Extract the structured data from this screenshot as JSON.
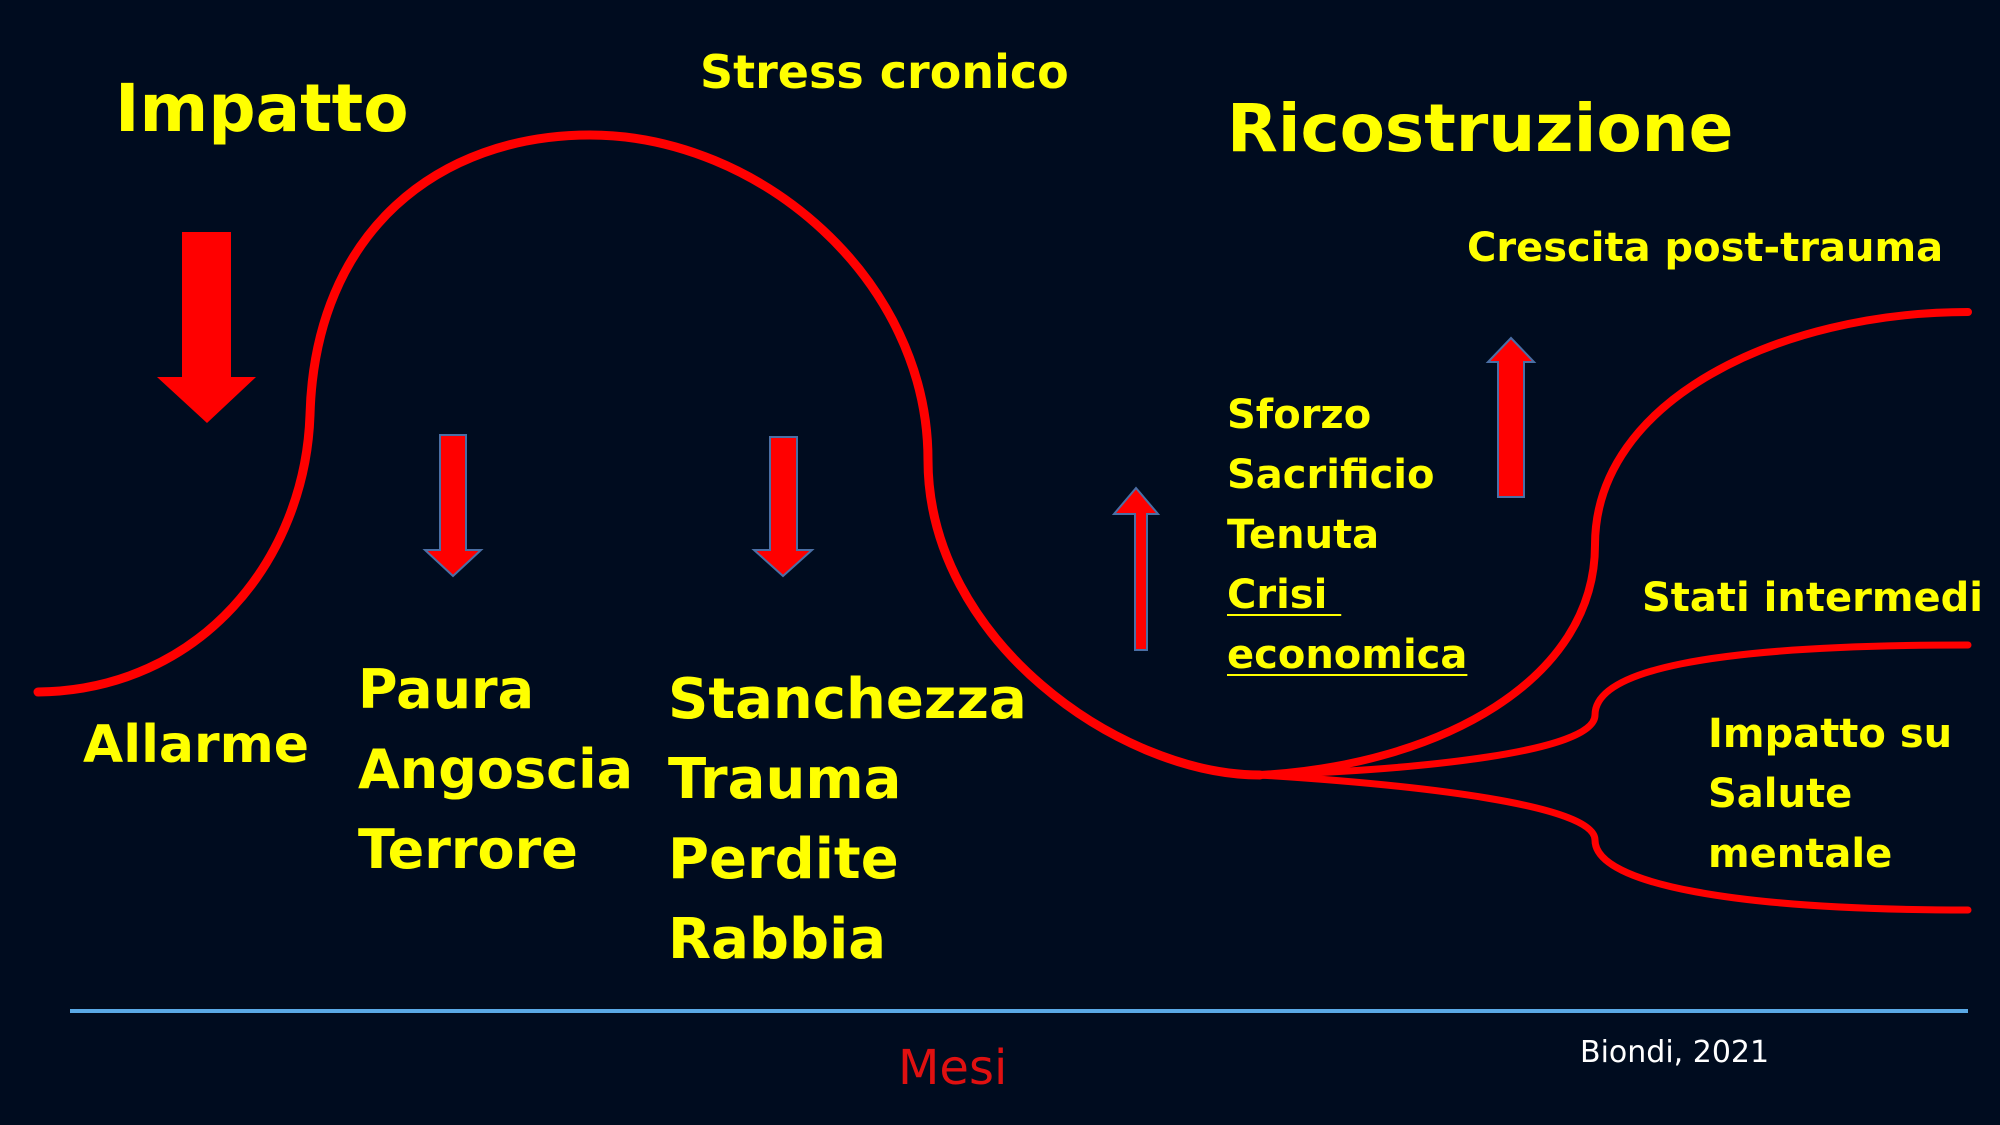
{
  "labels": {
    "impatto": "Impatto",
    "stress_cronico": "Stress cronico",
    "ricostruzione": "Ricostruzione",
    "crescita": "Crescita post-trauma",
    "allarme": "Allarme",
    "stati_intermedi": "Stati intermedi",
    "mesi": "Mesi",
    "credit": "Biondi, 2021"
  },
  "paura_list": [
    "Paura",
    "Angoscia",
    "Terrore"
  ],
  "stanchezza_list": [
    "Stanchezza",
    "Trauma",
    "Perdite",
    "Rabbia"
  ],
  "sforzo_list": [
    "Sforzo",
    "Sacrificio",
    "Tenuta",
    "Crisi ",
    "economica"
  ],
  "impatto_salute_list": [
    "Impatto su",
    "Salute",
    "mentale"
  ],
  "colors": {
    "background": "#000c1f",
    "text": "#ffff00",
    "curve": "#ff0000",
    "arrow": "#ff0000",
    "arrow_outline": "#4a6fa5",
    "axis": "#5aa9e6",
    "mesi": "#e01010",
    "credit": "#ffffff"
  }
}
